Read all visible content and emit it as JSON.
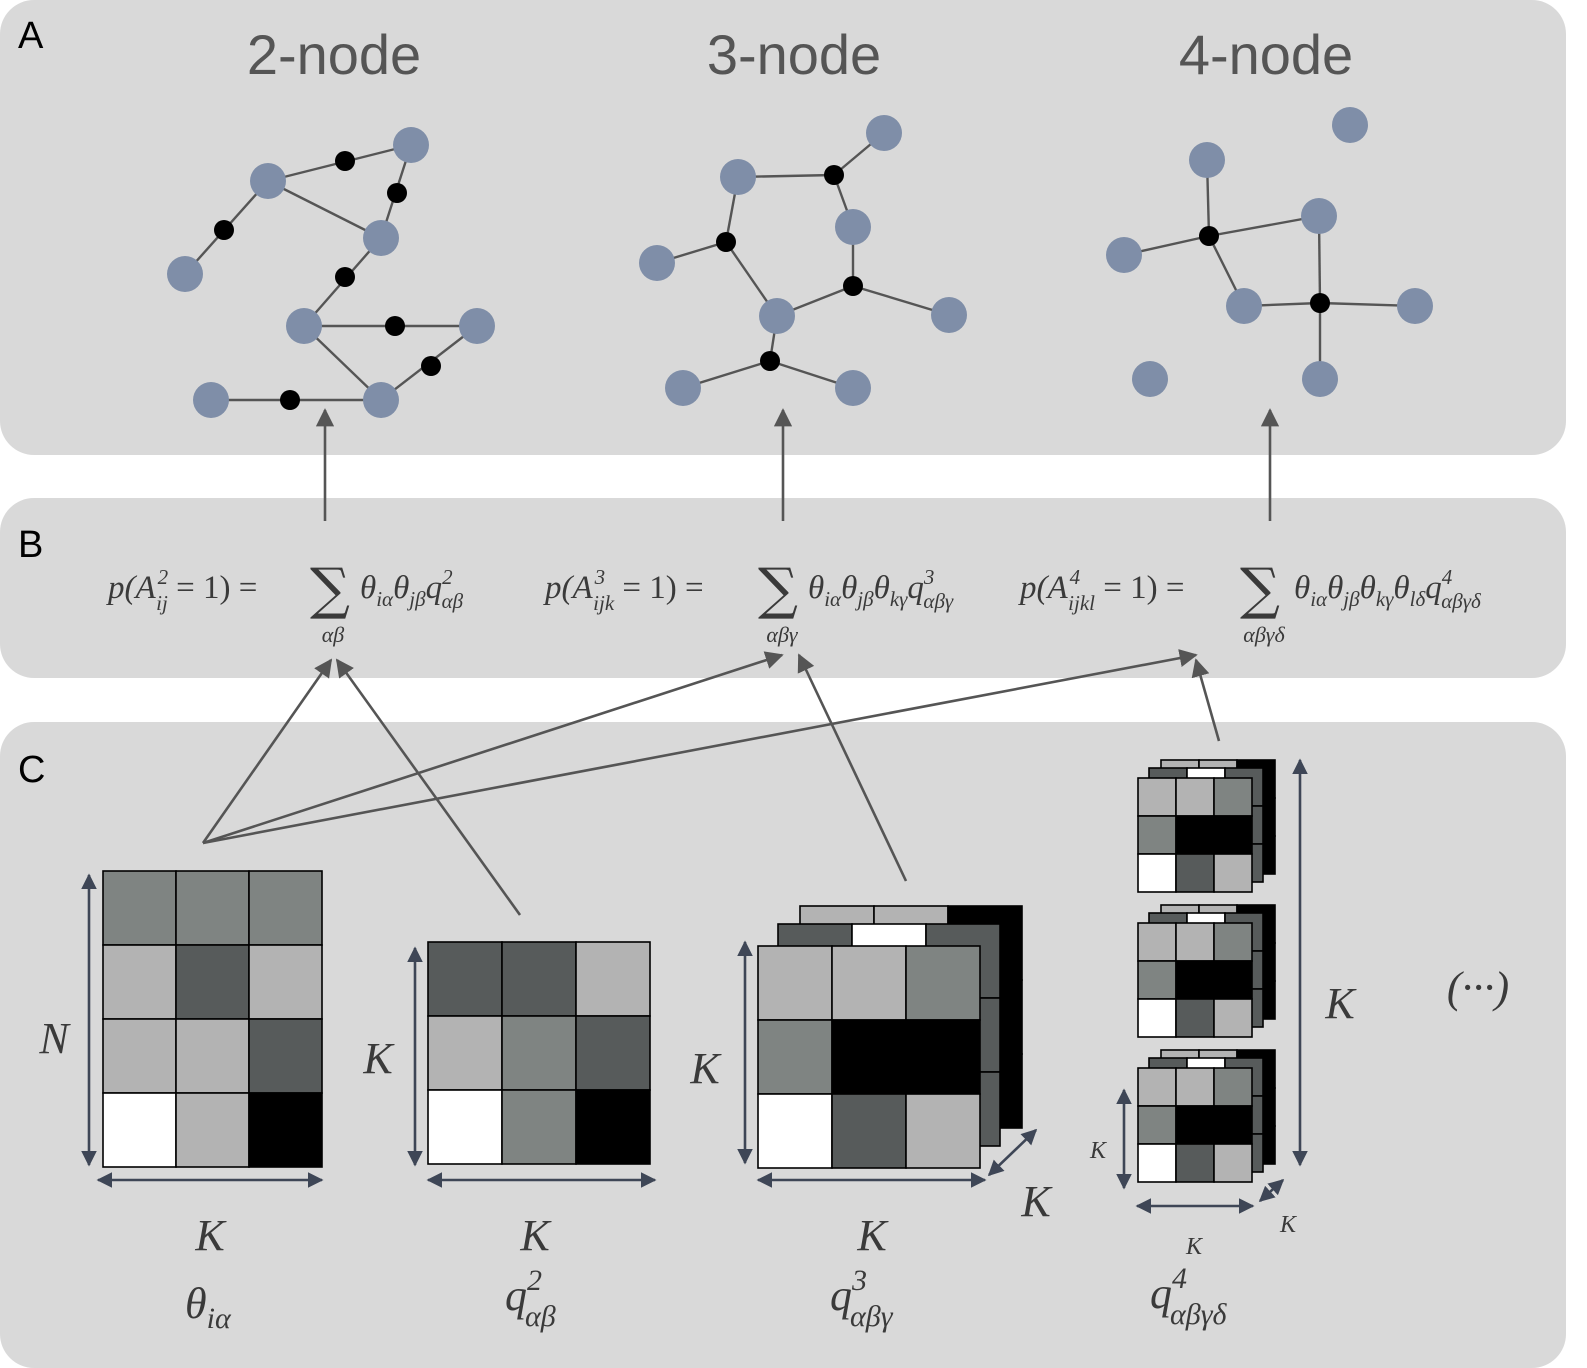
{
  "panels": {
    "a": "A",
    "b": "B",
    "c": "C"
  },
  "graph_titles": {
    "two": "2-node",
    "three": "3-node",
    "four": "4-node"
  },
  "equations": {
    "two": {
      "lhs_p": "p(",
      "A": "A",
      "sup": "2",
      "sub": "ij",
      "rhs": " = 1) = ",
      "sum_sub": "αβ",
      "theta_terms": "θ",
      "t1": "iα",
      "t2": "jβ",
      "q": "q",
      "q_sup": "2",
      "q_sub": "αβ"
    },
    "three": {
      "lhs_p": "p(",
      "A": "A",
      "sup": "3",
      "sub": "ijk",
      "rhs": " = 1) = ",
      "sum_sub": "αβγ",
      "t1": "iα",
      "t2": "jβ",
      "t3": "kγ",
      "q": "q",
      "q_sup": "3",
      "q_sub": "αβγ"
    },
    "four": {
      "lhs_p": "p(",
      "A": "A",
      "sup": "4",
      "sub": "ijkl",
      "rhs": " = 1) = ",
      "sum_sub": "αβγδ",
      "t1": "iα",
      "t2": "jβ",
      "t3": "kγ",
      "t4": "lδ",
      "q": "q",
      "q_sup": "4",
      "q_sub": "αβγδ"
    },
    "sigma": "∑",
    "theta": "θ"
  },
  "matrices": {
    "theta": {
      "rows_label": "N",
      "cols_label": "K",
      "name": "θ",
      "sub": "iα"
    },
    "q2": {
      "rows_label": "K",
      "cols_label": "K",
      "name": "q",
      "sup": "2",
      "sub": "αβ"
    },
    "q3": {
      "rows_label": "K",
      "cols_label": "K",
      "depth_label": "K",
      "name": "q",
      "sup": "3",
      "sub": "αβγ"
    },
    "q4": {
      "rows_label": "K",
      "cols_label": "K",
      "depth_label": "K",
      "stack_label": "K",
      "name": "q",
      "sup": "4",
      "sub": "αβγδ"
    }
  },
  "ellipsis": "(···)",
  "colors": {
    "panel": "#d9d9d9",
    "node": "#7f8ea8",
    "hub": "#000000",
    "edge": "#555555",
    "white": "#ffffff",
    "light": "#b3b3b3",
    "mid": "#7f8482",
    "dark": "#575b5b",
    "black": "#000000"
  },
  "cell_values": {
    "theta": [
      [
        "mid",
        "mid",
        "mid"
      ],
      [
        "light",
        "dark",
        "light"
      ],
      [
        "light",
        "light",
        "dark"
      ],
      [
        "white",
        "light",
        "black"
      ]
    ],
    "q2": [
      [
        "dark",
        "dark",
        "light"
      ],
      [
        "light",
        "mid",
        "dark"
      ],
      [
        "white",
        "mid",
        "black"
      ]
    ],
    "q3_front": [
      [
        "light",
        "light",
        "mid"
      ],
      [
        "mid",
        "black",
        "black"
      ],
      [
        "white",
        "dark",
        "light"
      ]
    ],
    "q4_front": [
      [
        "light",
        "light",
        "mid"
      ],
      [
        "mid",
        "black",
        "black"
      ],
      [
        "white",
        "dark",
        "light"
      ]
    ]
  }
}
